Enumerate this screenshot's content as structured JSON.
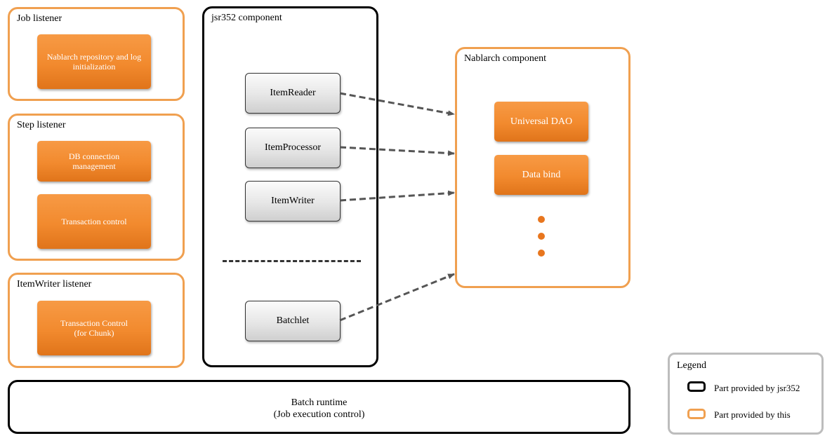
{
  "job_listener": {
    "title": "Job listener",
    "items": [
      "Nablarch repository and log initialization"
    ]
  },
  "step_listener": {
    "title": "Step listener",
    "items": [
      "DB connection management",
      "Transaction control"
    ]
  },
  "itemwriter_listener": {
    "title": "ItemWriter listener",
    "items": [
      "Transaction Control (for Chunk)"
    ]
  },
  "jsr352_component": {
    "title": "jsr352 component",
    "item_reader": "ItemReader",
    "item_processor": "ItemProcessor",
    "item_writer": "ItemWriter",
    "batchlet": "Batchlet"
  },
  "nablarch_component": {
    "title": "Nablarch component",
    "universal_dao": "Universal DAO",
    "data_bind": "Data bind"
  },
  "batch_runtime": {
    "line1": "Batch runtime",
    "line2": "(Job execution control)"
  },
  "legend": {
    "title": "Legend",
    "jsr352_label": "Part provided by jsr352",
    "this_label": "Part provided by this"
  },
  "colors": {
    "orange_border": "#f0a050",
    "orange_fill": "#f28a2e",
    "dot": "#e8761e",
    "arrow": "#555555"
  }
}
